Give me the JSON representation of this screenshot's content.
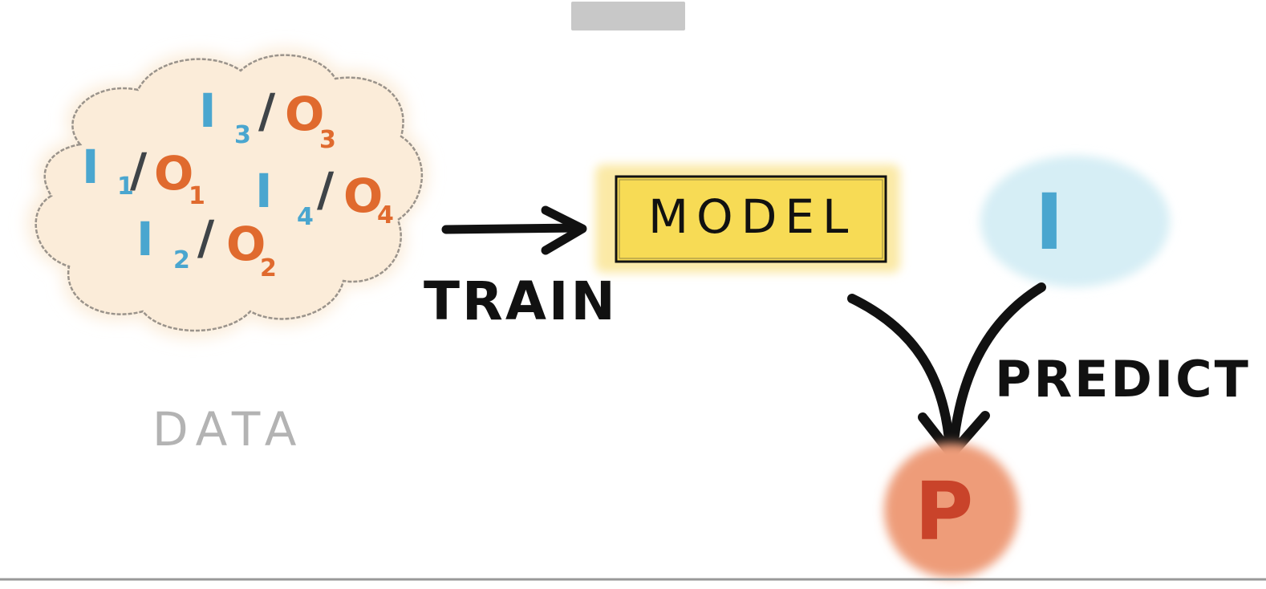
{
  "colors": {
    "input": "#4aa6cf",
    "output": "#e06a2e",
    "slash": "#3f4448",
    "cloud_fill": "#fbecd9",
    "cloud_stroke": "#9a938b",
    "model_fill": "#f7db55",
    "model_glow": "#fbe9a6",
    "input_bubble": "#d6eef5",
    "prediction_bubble": "#ee9c79",
    "prediction_letter": "#c9432a",
    "ink": "#111111",
    "data_label": "#b3b3b3",
    "tab": "#c8c8c8",
    "baseline": "#999999"
  },
  "data_cloud": {
    "label": "DATA",
    "pairs": [
      {
        "input": "I",
        "input_sub": "1",
        "slash": "/",
        "output": "O",
        "output_sub": "1"
      },
      {
        "input": "I",
        "input_sub": "2",
        "slash": "/",
        "output": "O",
        "output_sub": "2"
      },
      {
        "input": "I",
        "input_sub": "3",
        "slash": "/",
        "output": "O",
        "output_sub": "3"
      },
      {
        "input": "I",
        "input_sub": "4",
        "slash": "/",
        "output": "O",
        "output_sub": "4"
      }
    ]
  },
  "train_label": "TRAIN",
  "model_label": "MODEL",
  "input_bubble_label": "I",
  "predict_label": "PREDICT",
  "prediction_label": "P"
}
